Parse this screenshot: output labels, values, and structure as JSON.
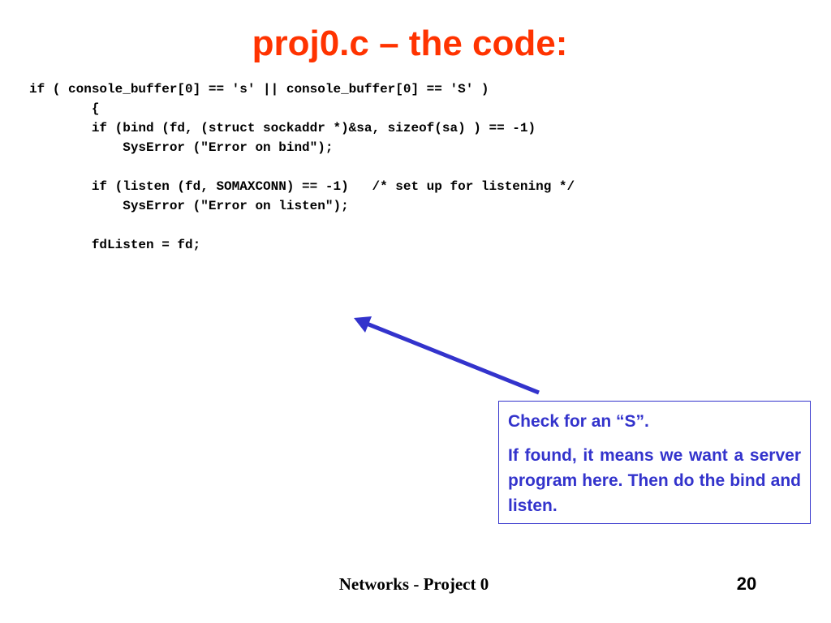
{
  "slide": {
    "title": "proj0.c – the code:",
    "code_lines": [
      "if ( console_buffer[0] == 's' || console_buffer[0] == 'S' )",
      "        {",
      "        if (bind (fd, (struct sockaddr *)&sa, sizeof(sa) ) == -1)",
      "            SysError (\"Error on bind\");",
      "",
      "        if (listen (fd, SOMAXCONN) == -1)   /* set up for listening */",
      "            SysError (\"Error on listen\");",
      "",
      "        fdListen = fd;"
    ],
    "callout": {
      "line1": "Check for an “S”.",
      "line2": "If found, it means we want a server program here.  Then do the bind and listen."
    },
    "footer": "Networks - Project 0",
    "page_number": "20"
  },
  "colors": {
    "title": "#ff3300",
    "callout_text": "#3333cc",
    "callout_border": "#3333cc",
    "arrow": "#3333cc"
  }
}
